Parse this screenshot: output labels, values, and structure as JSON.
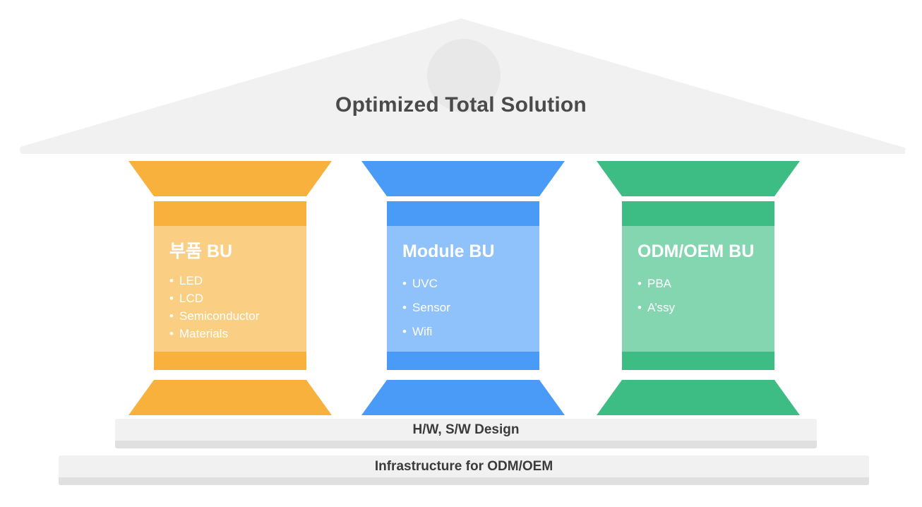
{
  "diagram": {
    "title": "Optimized Total Solution",
    "type": "temple-pillar-diagram"
  },
  "pediment": {
    "title": "Optimized Total Solution",
    "fill": "#f1f1f1",
    "ornament": "circle-ornament",
    "ornament_fill": "#e8e8e8"
  },
  "pillars": [
    {
      "id": "pillar-parts-bu",
      "title": "부품 BU",
      "items": [
        "LED",
        "LCD",
        "Semiconductor",
        "Materials"
      ],
      "color": "#f7b13c",
      "tint": "#facf83",
      "spacing": "tight"
    },
    {
      "id": "pillar-module-bu",
      "title": "Module BU",
      "items": [
        "UVC",
        "Sensor",
        "Wifi"
      ],
      "color": "#4a9bf7",
      "tint": "#8fc2fb",
      "spacing": "loose"
    },
    {
      "id": "pillar-odm-oem-bu",
      "title": "ODM/OEM BU",
      "items": [
        "PBA",
        "A’ssy"
      ],
      "color": "#3dbd84",
      "tint": "#84d6b0",
      "spacing": "loose"
    }
  ],
  "foundations": [
    {
      "id": "foundation-design",
      "label": "H/W, S/W Design",
      "fill": "#f1f1f1",
      "shadow": "#e0e0e0"
    },
    {
      "id": "foundation-infrastructure",
      "label": "Infrastructure for ODM/OEM",
      "fill": "#f1f1f1",
      "shadow": "#e0e0e0"
    }
  ]
}
